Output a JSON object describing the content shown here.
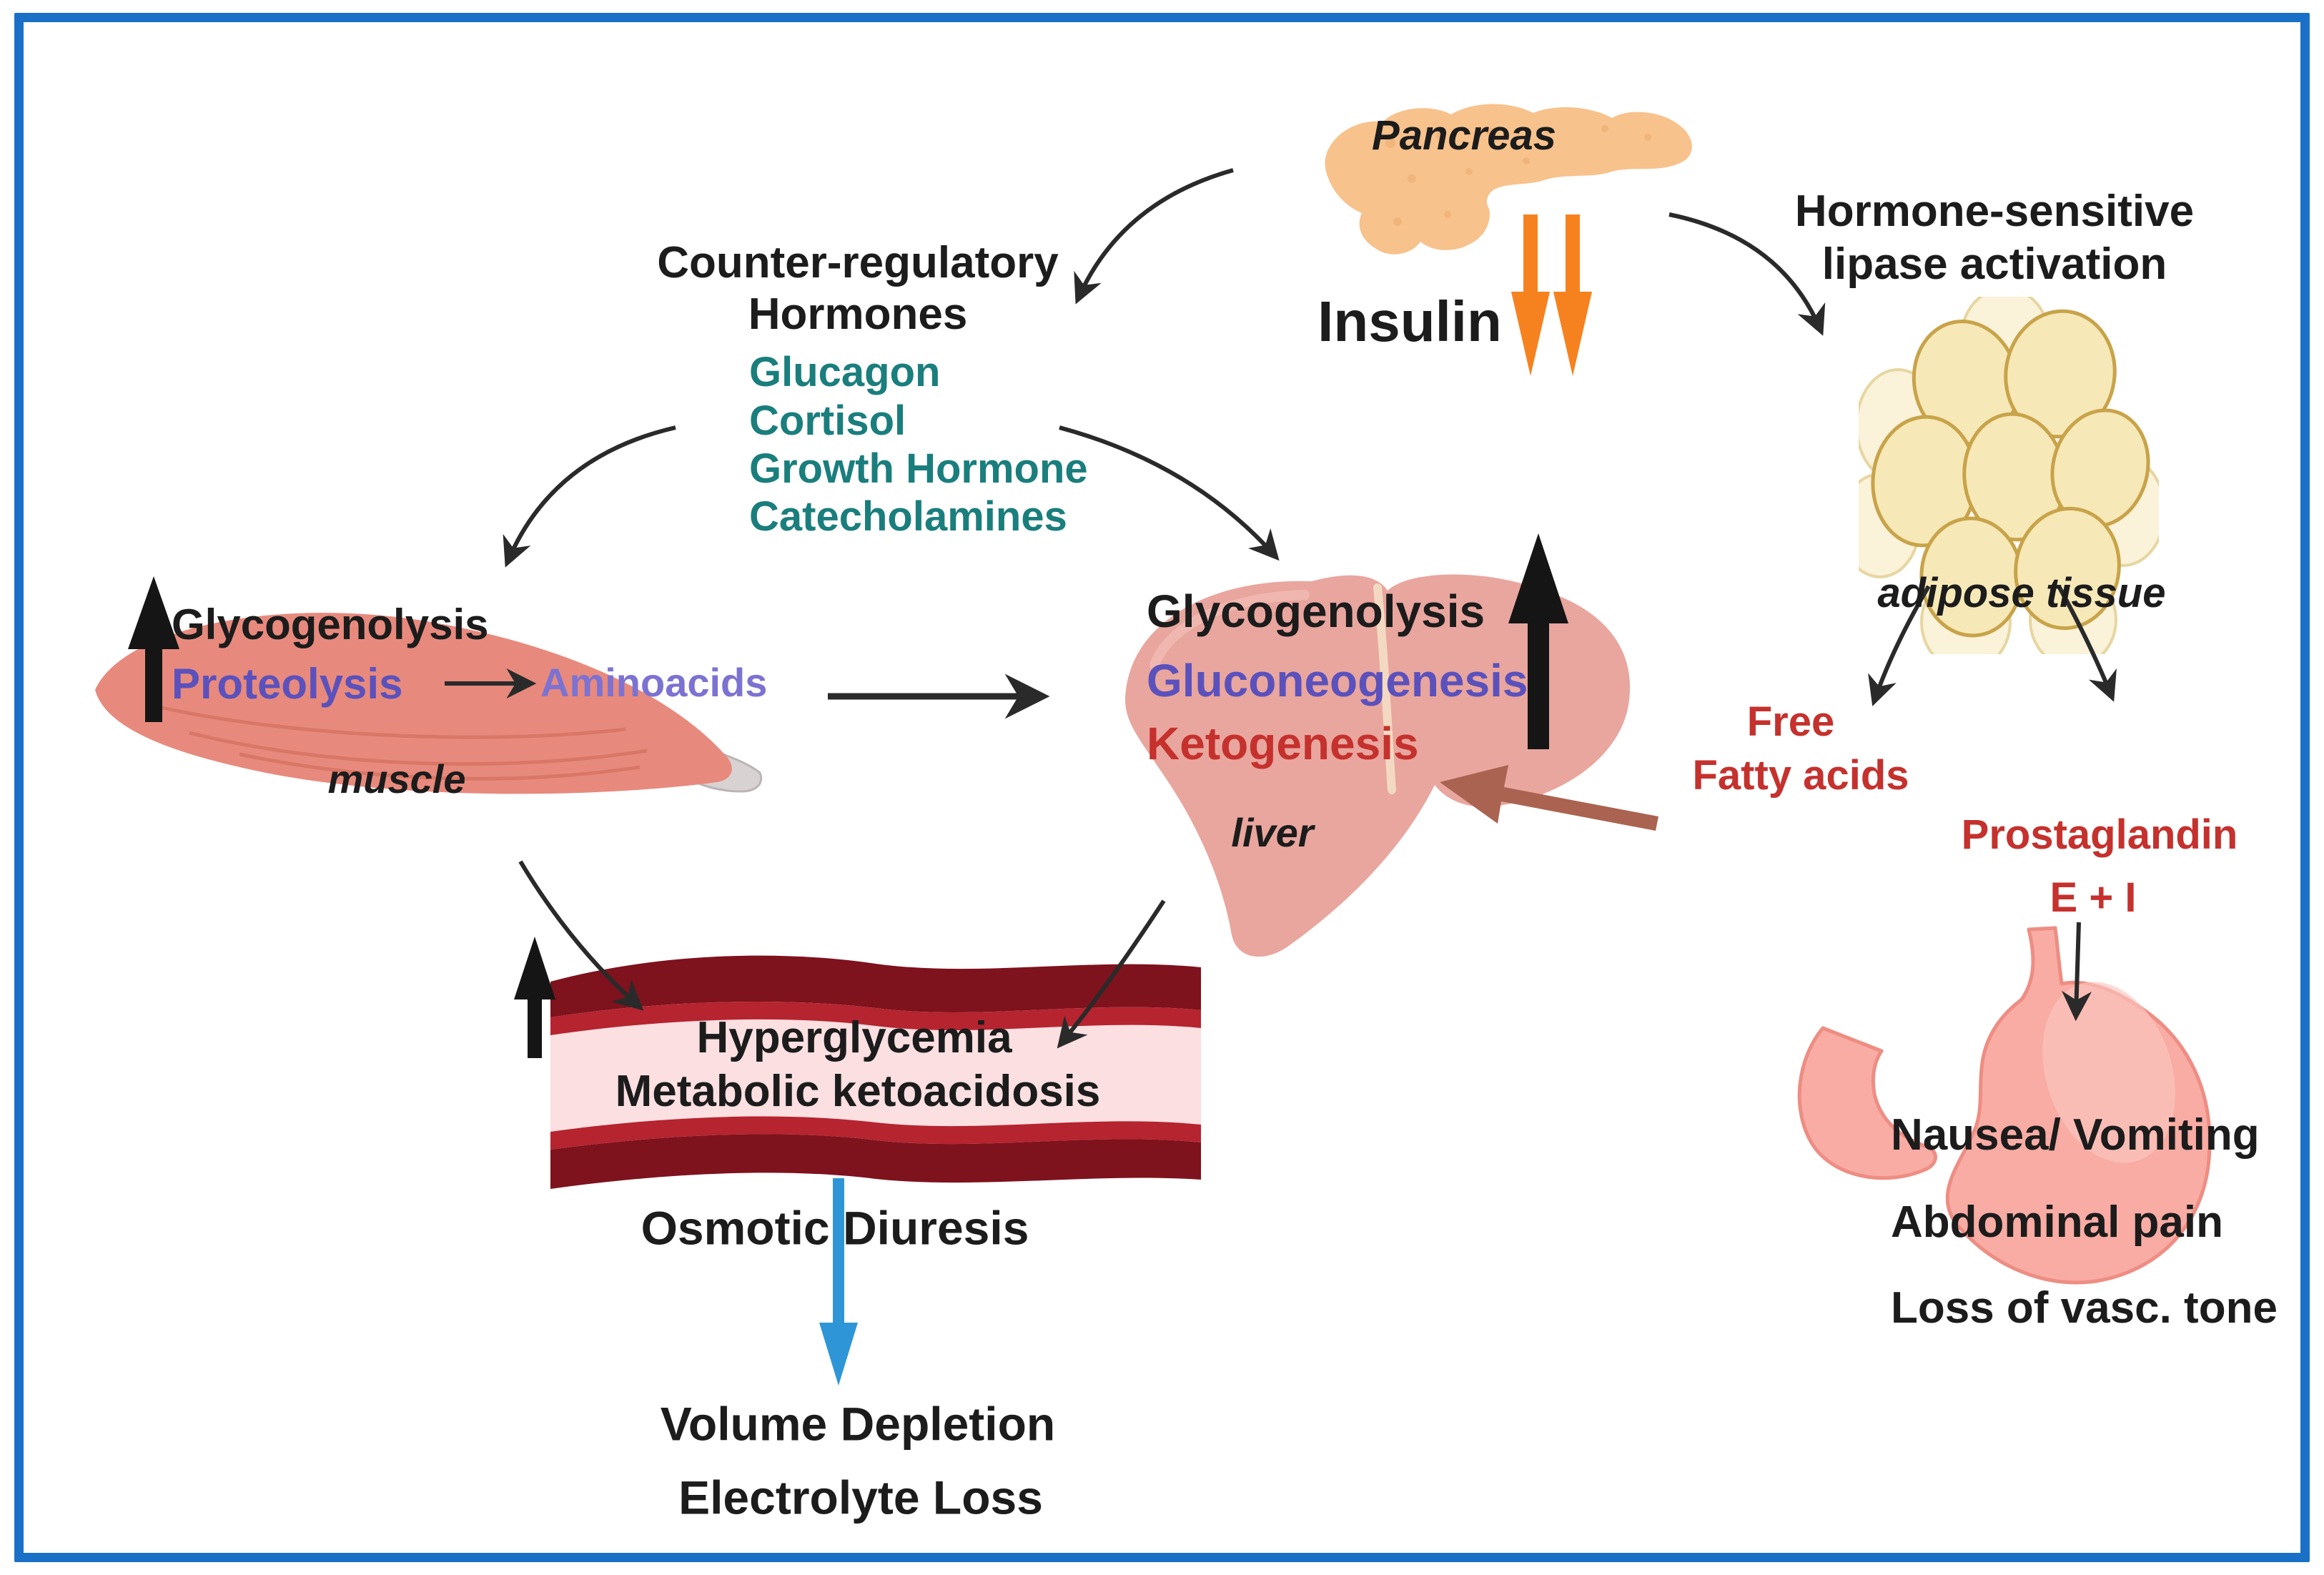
{
  "pancreas": {
    "label": "Pancreas",
    "hormone_label": "Insulin"
  },
  "counter_regulatory": {
    "title_line1": "Counter-regulatory",
    "title_line2": "Hormones",
    "hormones": [
      "Glucagon",
      "Cortisol",
      "Growth Hormone",
      "Catecholamines"
    ]
  },
  "lipase": {
    "line1": "Hormone-sensitive",
    "line2": "lipase activation",
    "tissue_label": "adipose tissue"
  },
  "muscle": {
    "process1": "Glycogenolysis",
    "process2": "Proteolysis",
    "product": "Aminoacids",
    "organ_label": "muscle"
  },
  "liver": {
    "process1": "Glycogenolysis",
    "process2": "Gluconeogenesis",
    "process3": "Ketogenesis",
    "organ_label": "liver"
  },
  "adipose_products": {
    "ffa_line1": "Free",
    "ffa_line2": "Fatty acids",
    "pg_line1": "Prostaglandin",
    "pg_line2": "E + I"
  },
  "blood_vessel": {
    "line1": "Hyperglycemia",
    "line2": "Metabolic ketoacidosis"
  },
  "outcomes": {
    "osmotic": "Osmotic Diuresis",
    "volume": "Volume Depletion",
    "electrolyte": "Electrolyte Loss"
  },
  "stomach": {
    "symptom1": "Nausea/ Vomiting",
    "symptom2": "Abdominal pain",
    "symptom3": "Loss of vasc. tone"
  },
  "colors": {
    "frame_blue": "#1A70C6",
    "teal_text": "#1A7E7D",
    "purple_text": "#5B51BD",
    "purple_light_text": "#7C72D2",
    "red_text": "#C5312D",
    "insulin_arrow_orange": "#F6821F",
    "diuresis_arrow_blue": "#2E96D7",
    "ketone_arrow_brown": "#AA6350",
    "vessel_dark_red": "#7E121D",
    "vessel_bright_red": "#B5242F",
    "vessel_lumen_pink": "#FBDFE1",
    "pancreas_fill": "#F7C28C",
    "muscle_fill": "#E78A7D",
    "liver_fill": "#E9A69E",
    "adipose_fill": "#F7E8B8",
    "stomach_fill": "#F8ACA4"
  }
}
